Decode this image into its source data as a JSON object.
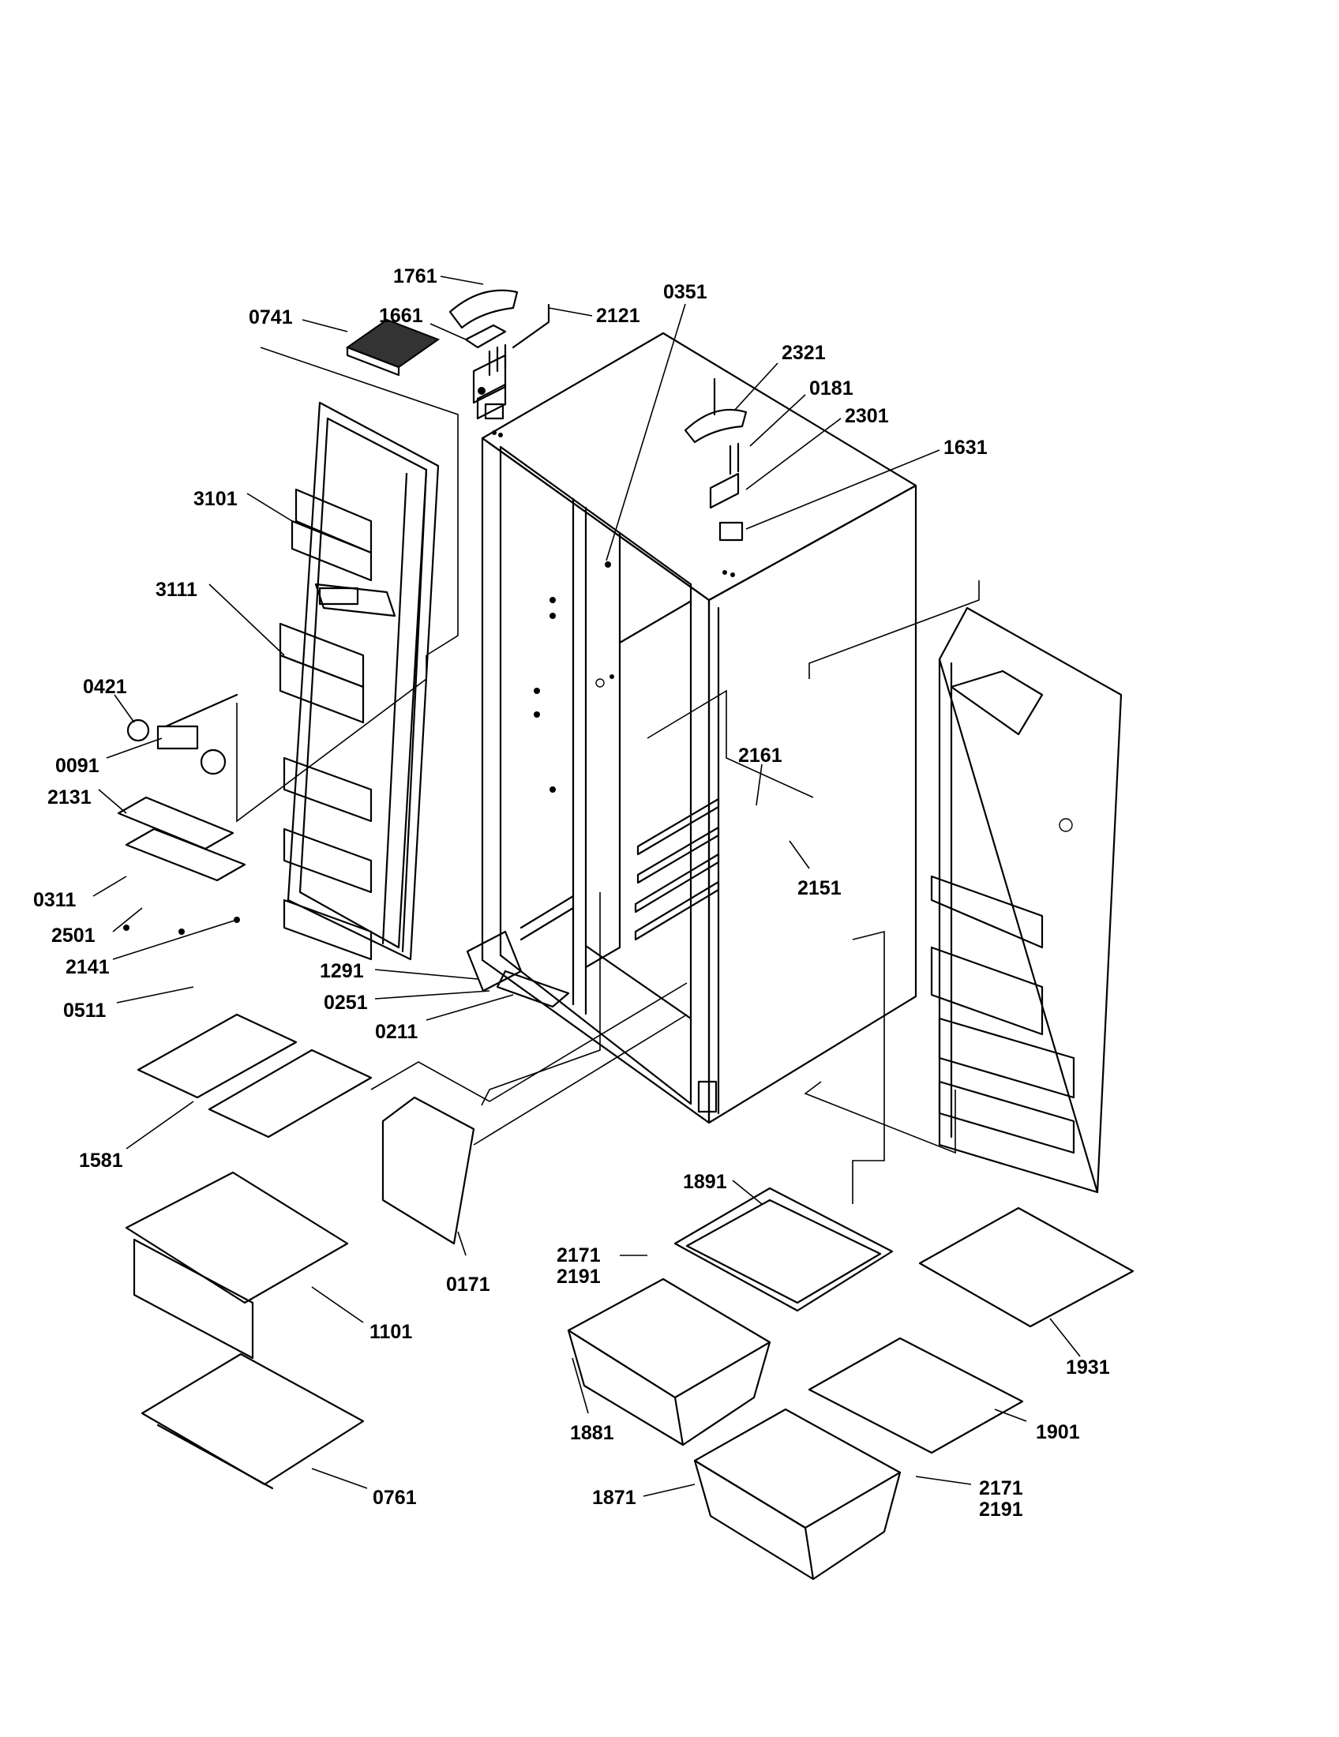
{
  "labels": {
    "p1761": "1761",
    "p0741": "0741",
    "p1661": "1661",
    "p2121": "2121",
    "p0351": "0351",
    "p2321": "2321",
    "p0181": "0181",
    "p2301": "2301",
    "p1631": "1631",
    "p3101": "3101",
    "p3111": "3111",
    "p0421": "0421",
    "p0091": "0091",
    "p2131": "2131",
    "p2161": "2161",
    "p0311": "0311",
    "p2151": "2151",
    "p2501": "2501",
    "p2141": "2141",
    "p1291": "1291",
    "p0251": "0251",
    "p0511": "0511",
    "p0211": "0211",
    "p1581": "1581",
    "p1891": "1891",
    "p2171a": "2171",
    "p2191a": "2191",
    "p0171": "0171",
    "p1101": "1101",
    "p1931": "1931",
    "p1881": "1881",
    "p1901": "1901",
    "p0761": "0761",
    "p1871": "1871",
    "p2171b": "2171",
    "p2191b": "2191"
  }
}
